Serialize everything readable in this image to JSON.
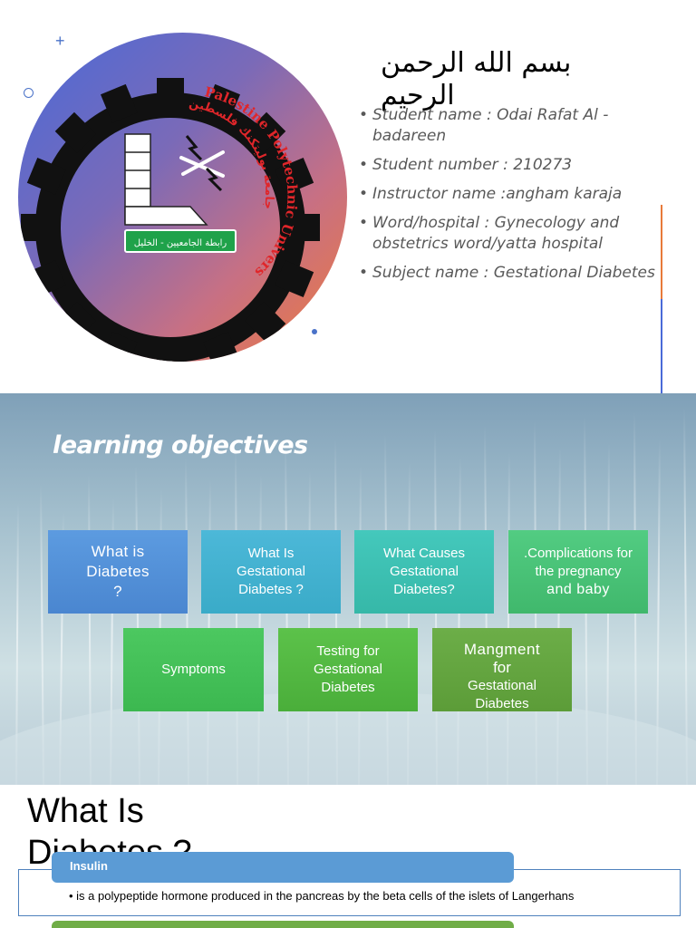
{
  "slide1": {
    "arabic_heading": "بسم الله الرحمن الرحيم",
    "info_items": [
      "Student name : Odai Rafat Al -badareen",
      "Student number : 210273",
      "Instructor name :angham karaja",
      "Word/hospital : Gynecology and obstetrics word/yatta hospital",
      "Subject name : Gestational Diabetes"
    ],
    "logo": {
      "university_name": "Palestine Polytechnic University",
      "arabic_name": "جامعة بوليتكنك فلسطين",
      "banner_text": "رابطة الجامعيين - الخليل"
    },
    "colors": {
      "gradient_start": "#4a6ad8",
      "gradient_end": "#ee7a3c",
      "text": "#595959"
    }
  },
  "slide2": {
    "title": "learning objectives",
    "boxes_row1": [
      {
        "lines": [
          "What is",
          "Diabetes",
          "?"
        ]
      },
      {
        "lines": [
          "What Is",
          "Gestational",
          "Diabetes ?"
        ]
      },
      {
        "lines": [
          "What Causes",
          "Gestational",
          "Diabetes?"
        ]
      },
      {
        "lines": [
          ".Complications for",
          "the pregnancy",
          "and baby"
        ]
      }
    ],
    "boxes_row2": [
      {
        "lines": [
          "Symptoms"
        ]
      },
      {
        "lines": [
          "Testing  for",
          "Gestational",
          "Diabetes"
        ]
      },
      {
        "lines": [
          "Mangment",
          "for",
          "Gestational",
          "Diabetes"
        ]
      }
    ],
    "colors": {
      "blue": "#4f8fd6",
      "teal": "#3dbcc0",
      "green": "#4cbf6a",
      "olive": "#6aa83c"
    }
  },
  "slide3": {
    "title": "What Is Diabetes ?",
    "panel_header": "Insulin",
    "bullet": "is a polypeptide hormone produced in the pancreas by the beta cells of the islets of Langerhans"
  }
}
